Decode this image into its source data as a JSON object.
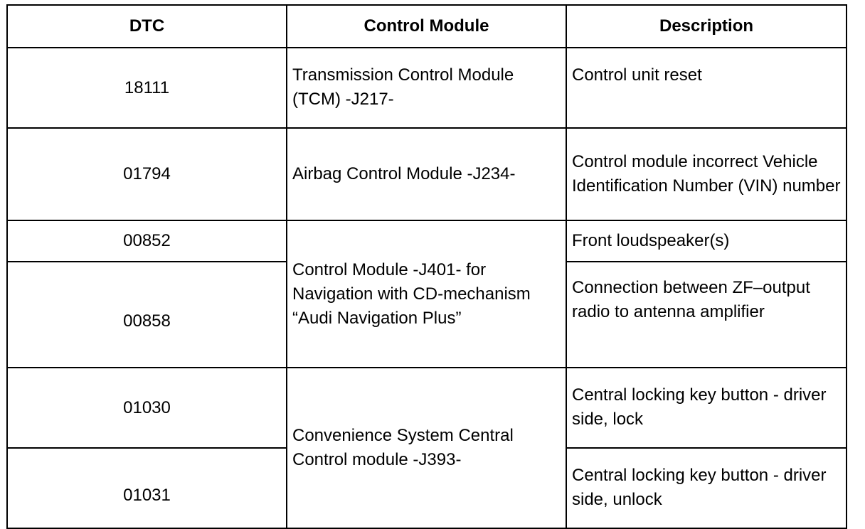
{
  "table": {
    "headers": [
      "DTC",
      "Control Module",
      "Description"
    ],
    "rows": [
      {
        "dtc": "18111",
        "module": "Transmission Control Module (TCM) -J217-",
        "description": "Control unit reset"
      },
      {
        "dtc": "01794",
        "module": "Airbag Control Module -J234-",
        "description": "Control module incorrect Vehicle Identification Number (VIN) number"
      },
      {
        "dtc": "00852",
        "module": "Control Module -J401- for Navigation with CD-mechanism “Audi Navigation Plus”",
        "description": "Front loudspeaker(s)"
      },
      {
        "dtc": "00858",
        "module": "",
        "description": "Connection between ZF–output radio to antenna amplifier"
      },
      {
        "dtc": "01030",
        "module": "Convenience System Central Control module -J393-",
        "description": "Central locking key button - driver side, lock"
      },
      {
        "dtc": "01031",
        "module": "",
        "description": "Central locking key button - driver side, unlock"
      }
    ]
  }
}
